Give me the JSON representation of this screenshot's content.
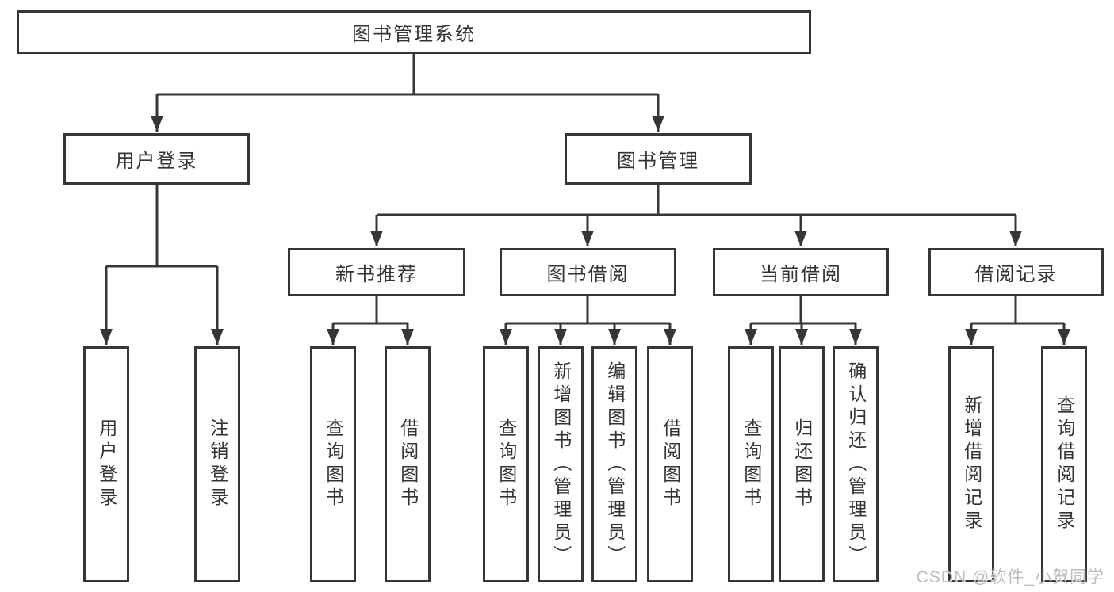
{
  "diagram": {
    "root": {
      "label": "图书管理系统"
    },
    "login": {
      "label": "用户登录",
      "children": [
        {
          "label": "用户登录"
        },
        {
          "label": "注销登录"
        }
      ]
    },
    "manage": {
      "label": "图书管理",
      "sections": [
        {
          "label": "新书推荐",
          "children": [
            {
              "label": "查询图书"
            },
            {
              "label": "借阅图书"
            }
          ]
        },
        {
          "label": "图书借阅",
          "children": [
            {
              "label": "查询图书"
            },
            {
              "label": "新增图书（管理员）"
            },
            {
              "label": "编辑图书（管理员）"
            },
            {
              "label": "借阅图书"
            }
          ]
        },
        {
          "label": "当前借阅",
          "children": [
            {
              "label": "查询图书"
            },
            {
              "label": "归还图书"
            },
            {
              "label": "确认归还（管理员）"
            }
          ]
        },
        {
          "label": "借阅记录",
          "children": [
            {
              "label": "新增借阅记录"
            },
            {
              "label": "查询借阅记录"
            }
          ]
        }
      ]
    }
  },
  "watermark": {
    "text": "CSDN @软件_小贺同学"
  },
  "colors": {
    "line": "#363636",
    "box_border": "#363636",
    "box_background": "#ffffff",
    "text": "#333333",
    "watermark": "#acacac"
  }
}
